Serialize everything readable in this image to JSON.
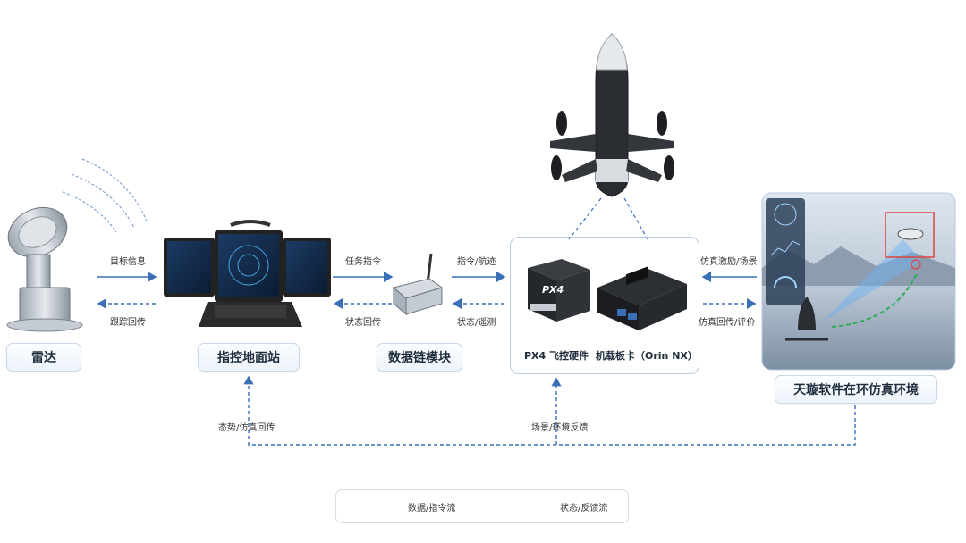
{
  "nodes": {
    "radar": "雷达",
    "ground_station": "指控地面站",
    "datalink": "数据链模块",
    "px4": "PX4 飞控硬件",
    "px4_chip": "PX4",
    "orin": "机载板卡（Orin NX）",
    "sim": "天璇软件在环仿真环境"
  },
  "edges": {
    "radar_to_gs": "目标信息",
    "gs_to_radar": "跟踪回传",
    "gs_to_dl": "任务指令",
    "dl_to_gs": "状态回传",
    "dl_to_hw": "指令/航迹",
    "hw_to_dl": "状态/遥测",
    "sim_to_hw": "仿真激励/场景",
    "hw_to_sim": "仿真回传/评价",
    "bottom_left": "态势/仿真回传",
    "bottom_mid": "场景/环境反馈"
  },
  "legend": {
    "solid": "数据/指令流",
    "dashed": "状态/反馈流"
  },
  "colors": {
    "flow_blue": "#3a6fb8",
    "label_border": "#c9d7e8"
  }
}
